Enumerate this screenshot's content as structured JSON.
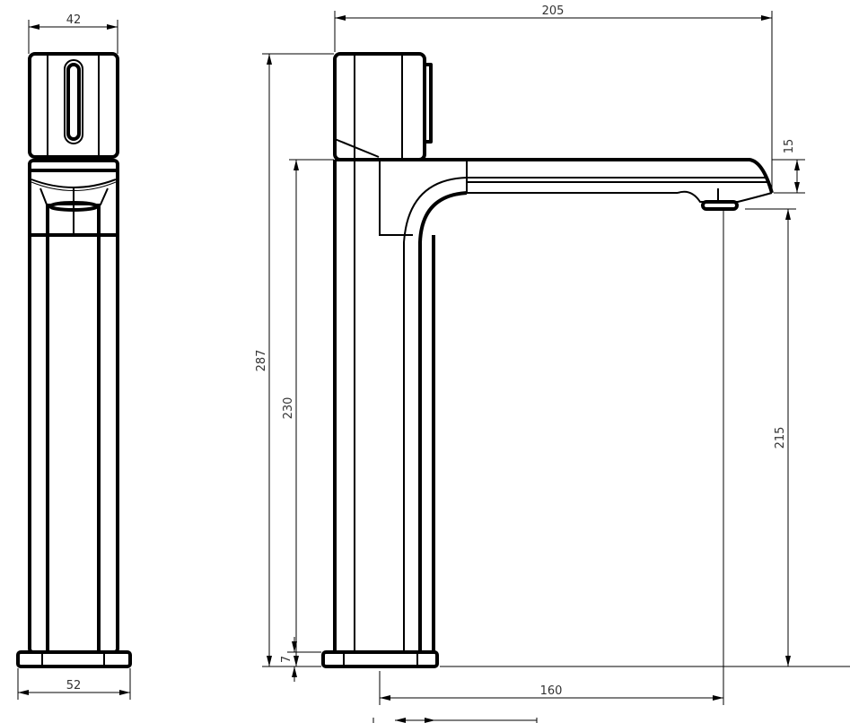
{
  "dimensions": {
    "front_top_width": "42",
    "front_base_width": "52",
    "overall_depth": "205",
    "overall_height": "287",
    "spout_height": "230",
    "outlet_height": "215",
    "spout_thickness": "15",
    "base_thickness": "7",
    "spout_reach": "160"
  },
  "colors": {
    "line": "#000000",
    "background": "#ffffff"
  }
}
